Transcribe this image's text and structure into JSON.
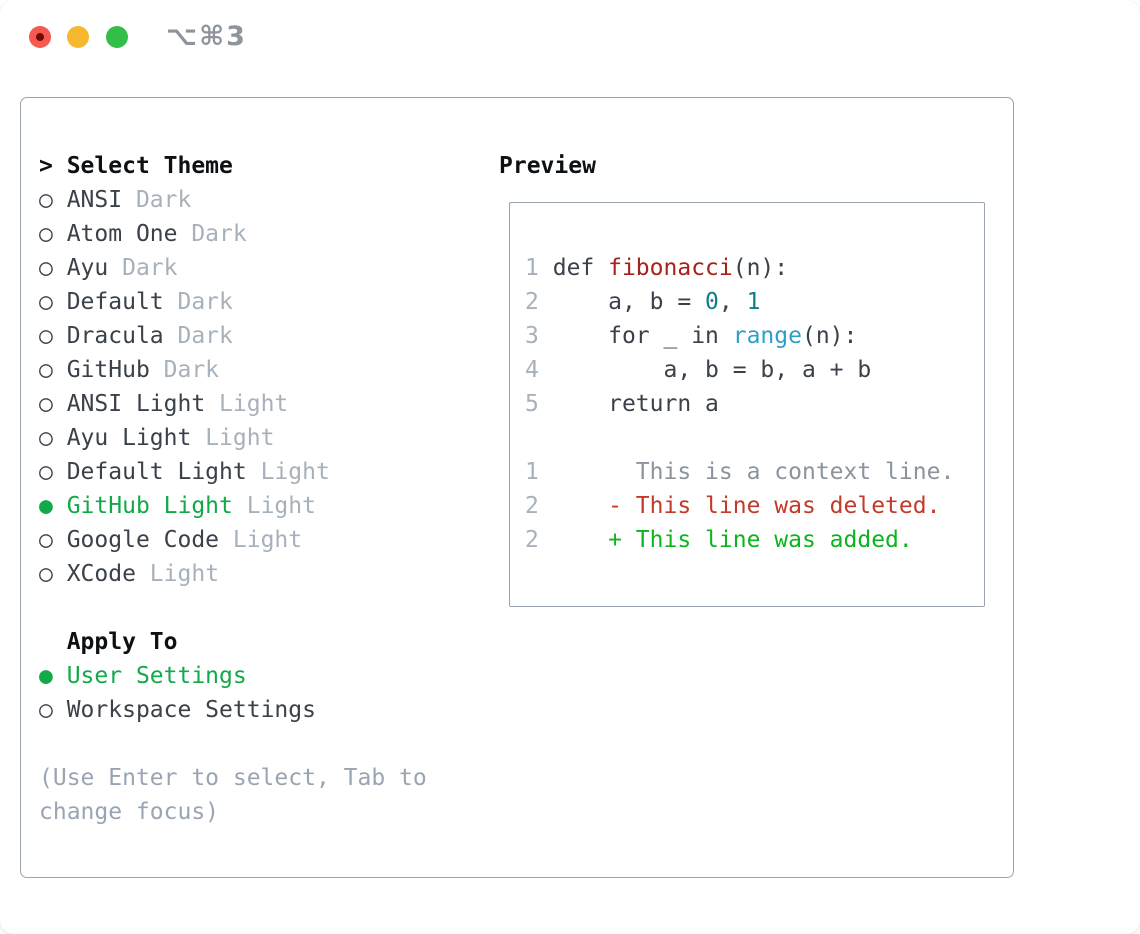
{
  "window": {
    "title": "⌥⌘3"
  },
  "icons": {
    "cursor_prefix": ">",
    "selected_radio": "●",
    "unselected_radio": "○"
  },
  "theme_selector": {
    "header": "Select Theme",
    "items": [
      {
        "name": "ANSI",
        "variant": "Dark",
        "selected": false
      },
      {
        "name": "Atom One",
        "variant": "Dark",
        "selected": false
      },
      {
        "name": "Ayu",
        "variant": "Dark",
        "selected": false
      },
      {
        "name": "Default",
        "variant": "Dark",
        "selected": false
      },
      {
        "name": "Dracula",
        "variant": "Dark",
        "selected": false
      },
      {
        "name": "GitHub",
        "variant": "Dark",
        "selected": false
      },
      {
        "name": "ANSI Light",
        "variant": "Light",
        "selected": false
      },
      {
        "name": "Ayu Light",
        "variant": "Light",
        "selected": false
      },
      {
        "name": "Default Light",
        "variant": "Light",
        "selected": false
      },
      {
        "name": "GitHub Light",
        "variant": "Light",
        "selected": true
      },
      {
        "name": "Google Code",
        "variant": "Light",
        "selected": false
      },
      {
        "name": "XCode",
        "variant": "Light",
        "selected": false
      }
    ]
  },
  "apply_to": {
    "header": "Apply To",
    "options": [
      {
        "label": "User Settings",
        "selected": true
      },
      {
        "label": "Workspace Settings",
        "selected": false
      }
    ]
  },
  "help_text": {
    "line1": "(Use Enter to select, Tab to",
    "line2": "change focus)"
  },
  "preview": {
    "header": "Preview",
    "code_lines": [
      {
        "num": "1",
        "tokens": [
          {
            "text": "def ",
            "style": "plain"
          },
          {
            "text": "fibonacci",
            "style": "function"
          },
          {
            "text": "(n):",
            "style": "plain"
          }
        ]
      },
      {
        "num": "2",
        "tokens": [
          {
            "text": "    a, b = ",
            "style": "plain"
          },
          {
            "text": "0",
            "style": "number"
          },
          {
            "text": ", ",
            "style": "plain"
          },
          {
            "text": "1",
            "style": "number"
          }
        ]
      },
      {
        "num": "3",
        "tokens": [
          {
            "text": "    for _ in ",
            "style": "plain"
          },
          {
            "text": "range",
            "style": "builtin"
          },
          {
            "text": "(n):",
            "style": "plain"
          }
        ]
      },
      {
        "num": "4",
        "tokens": [
          {
            "text": "        a, b = b, a + b",
            "style": "plain"
          }
        ]
      },
      {
        "num": "5",
        "tokens": [
          {
            "text": "    return a",
            "style": "plain"
          }
        ]
      }
    ],
    "diff_lines": [
      {
        "num": "1",
        "tokens": [
          {
            "text": "      This is a context line.",
            "style": "context"
          }
        ]
      },
      {
        "num": "2",
        "tokens": [
          {
            "text": "    - This line was deleted.",
            "style": "deleted"
          }
        ]
      },
      {
        "num": "2",
        "tokens": [
          {
            "text": "    + This line was added.",
            "style": "added"
          }
        ]
      }
    ]
  },
  "colors": {
    "header_ink": "#0e1114",
    "item_ink": "#3a414a",
    "muted_gray": "#a7b1bc",
    "help_gray": "#9aa5b3",
    "selection_green": "#13a94a",
    "border_gray": "#9aa4ae",
    "line_number_gray": "#a7b1bc",
    "token_plain": "#3a414a",
    "token_function": "#a6231b",
    "token_number": "#0e7e8a",
    "token_builtin": "#2f9fc9",
    "token_context": "#8b949d",
    "token_deleted": "#c23a29",
    "token_added": "#0eb41f",
    "traffic_red": "#f45a4f",
    "traffic_red_dot": "#730b05",
    "traffic_yellow": "#f6b82e",
    "traffic_green": "#31bf47",
    "title_gray": "#8d949c"
  }
}
